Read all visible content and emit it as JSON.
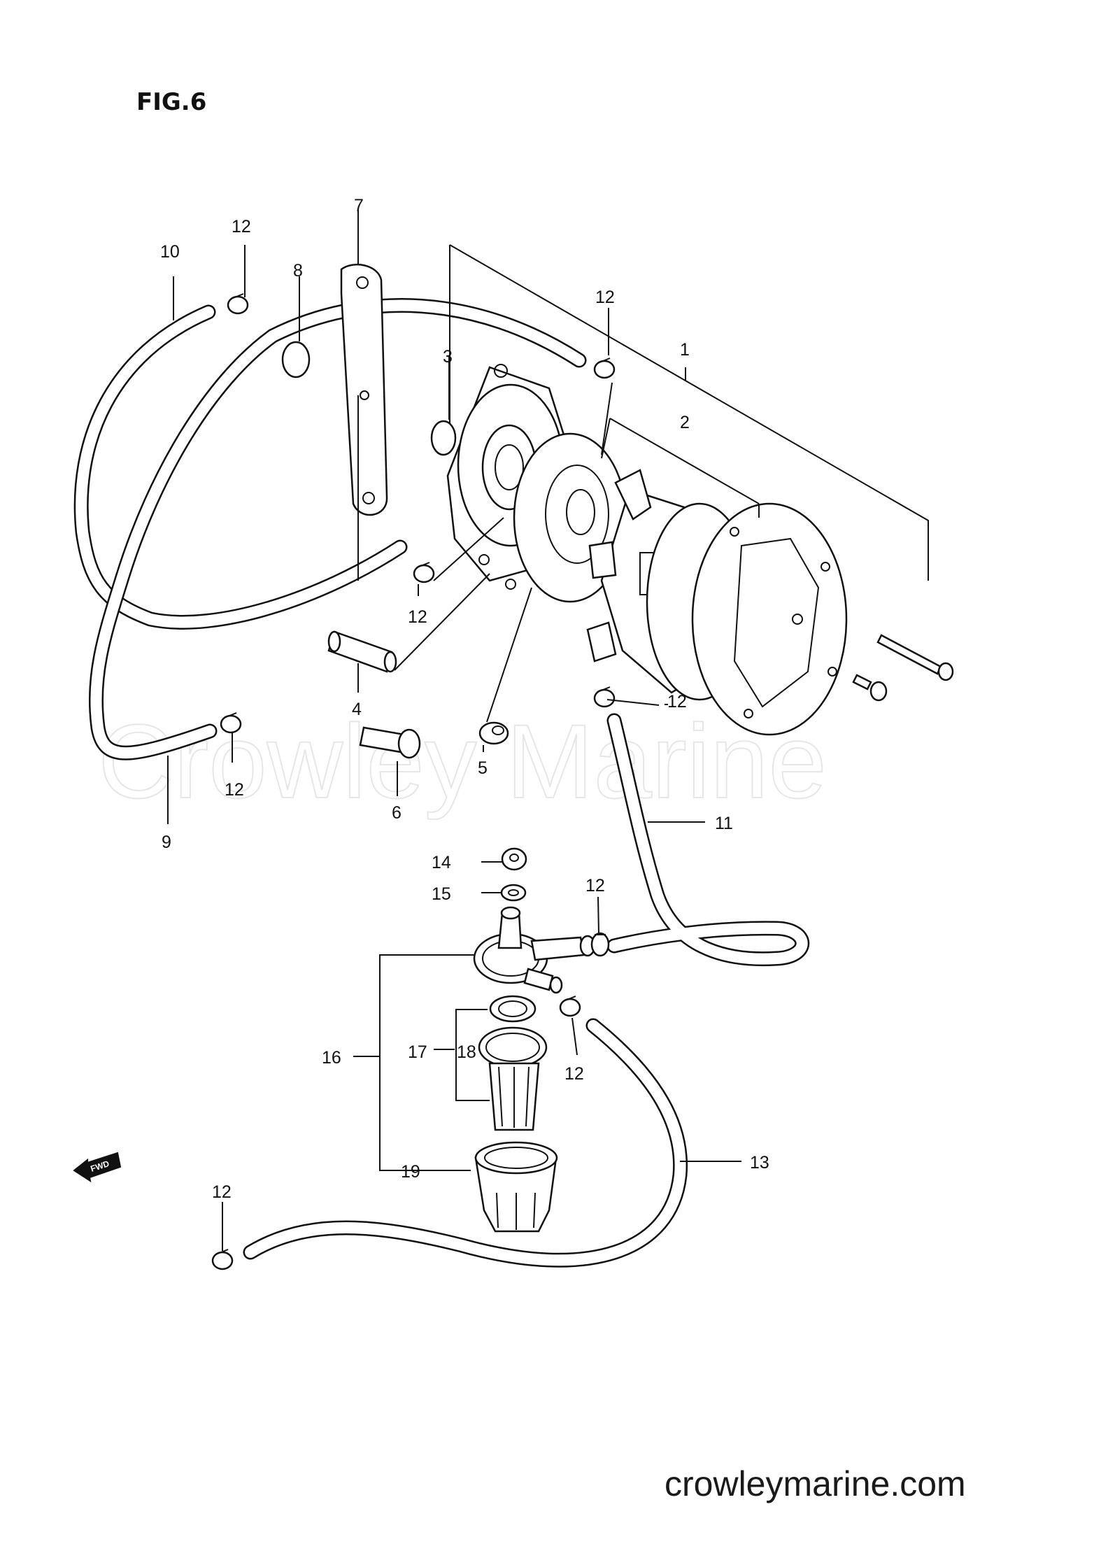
{
  "figure": {
    "title": "FIG.6"
  },
  "watermark": {
    "text": "Crowley Marine"
  },
  "footer": {
    "site": "crowleymarine.com"
  },
  "fwd_arrow": {
    "text": "FWD"
  },
  "callouts": [
    {
      "id": "c1",
      "text": "1"
    },
    {
      "id": "c2",
      "text": "2"
    },
    {
      "id": "c3",
      "text": "3"
    },
    {
      "id": "c4",
      "text": "4"
    },
    {
      "id": "c5",
      "text": "5"
    },
    {
      "id": "c6",
      "text": "6"
    },
    {
      "id": "c7",
      "text": "7"
    },
    {
      "id": "c8",
      "text": "8"
    },
    {
      "id": "c9",
      "text": "9"
    },
    {
      "id": "c10",
      "text": "10"
    },
    {
      "id": "c11",
      "text": "11"
    },
    {
      "id": "c12a",
      "text": "12"
    },
    {
      "id": "c12b",
      "text": "12"
    },
    {
      "id": "c12c",
      "text": "12"
    },
    {
      "id": "c12d",
      "text": "12"
    },
    {
      "id": "c12e",
      "text": "12"
    },
    {
      "id": "c12f",
      "text": "12"
    },
    {
      "id": "c12g",
      "text": "12"
    },
    {
      "id": "c12h",
      "text": "12"
    },
    {
      "id": "c13",
      "text": "13"
    },
    {
      "id": "c14",
      "text": "14"
    },
    {
      "id": "c15",
      "text": "15"
    },
    {
      "id": "c16",
      "text": "16"
    },
    {
      "id": "c17",
      "text": "17"
    },
    {
      "id": "c18",
      "text": "18"
    },
    {
      "id": "c19",
      "text": "19"
    }
  ]
}
